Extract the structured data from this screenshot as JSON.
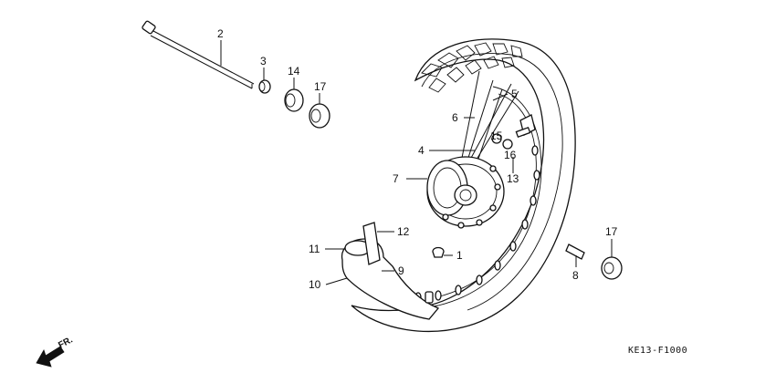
{
  "diagram_code": "KE13-F1000",
  "direction_label": "FR.",
  "callouts": {
    "c1": "1",
    "c2": "2",
    "c3": "3",
    "c4": "4",
    "c5": "5",
    "c6": "6",
    "c7": "7",
    "c8": "8",
    "c9": "9",
    "c10": "10",
    "c11": "11",
    "c12": "12",
    "c13": "13",
    "c14": "14",
    "c15": "15",
    "c16": "16",
    "c17a": "17",
    "c17b": "17"
  }
}
